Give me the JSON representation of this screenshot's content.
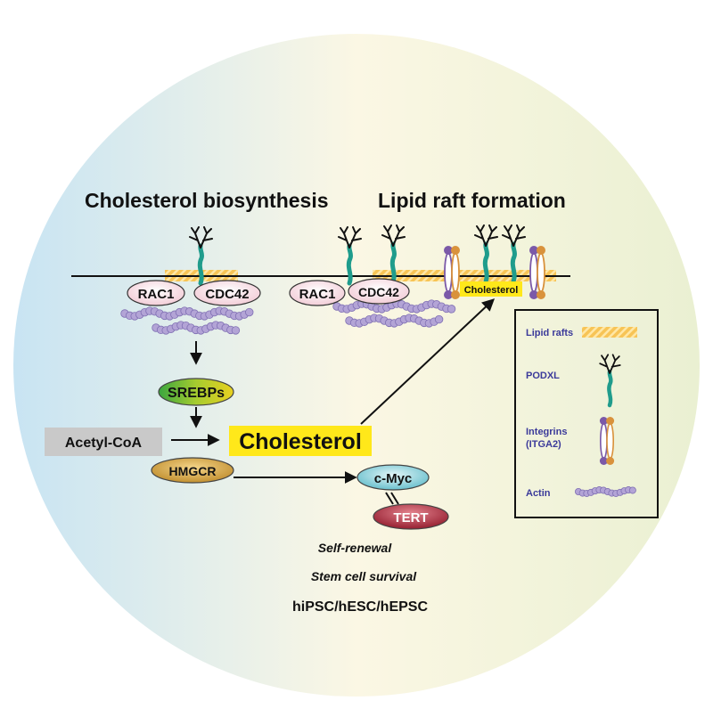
{
  "headings": {
    "left": "Cholesterol biosynthesis",
    "right": "Lipid raft formation"
  },
  "membrane": {
    "proteins": {
      "rac1": "RAC1",
      "cdc42": "CDC42",
      "rac1_right": "RAC1",
      "cdc42_right": "CDC42"
    },
    "cholesterol_tag": "Cholesterol"
  },
  "pathway": {
    "srebps": "SREBPs",
    "acetyl_coa": "Acetyl-CoA",
    "cholesterol": "Cholesterol",
    "hmgcr": "HMGCR",
    "cmyc": "c-Myc",
    "tert": "TERT"
  },
  "outcomes": {
    "line1": "Self-renewal",
    "line2": "Stem cell survival",
    "line3": "hiPSC/hESC/hEPSC"
  },
  "legend": {
    "lipid_rafts": "Lipid rafts",
    "podxl": "PODXL",
    "integrins_line1": "Integrins",
    "integrins_line2": "(ITGA2)",
    "actin": "Actin"
  },
  "colors": {
    "bubble_left": "#cfe6f2",
    "bubble_mid": "#fbf7e2",
    "bubble_right": "#eef2d8",
    "raft": "#f2b53c",
    "podxl": "#1f9c8c",
    "integrin_purple": "#7b59a8",
    "integrin_orange": "#d9923c",
    "actin": "#b3a4d6",
    "rac_pink": "#f5d3dc",
    "highlight_yellow": "#ffe81a",
    "legend_text": "#3b3a9a"
  }
}
